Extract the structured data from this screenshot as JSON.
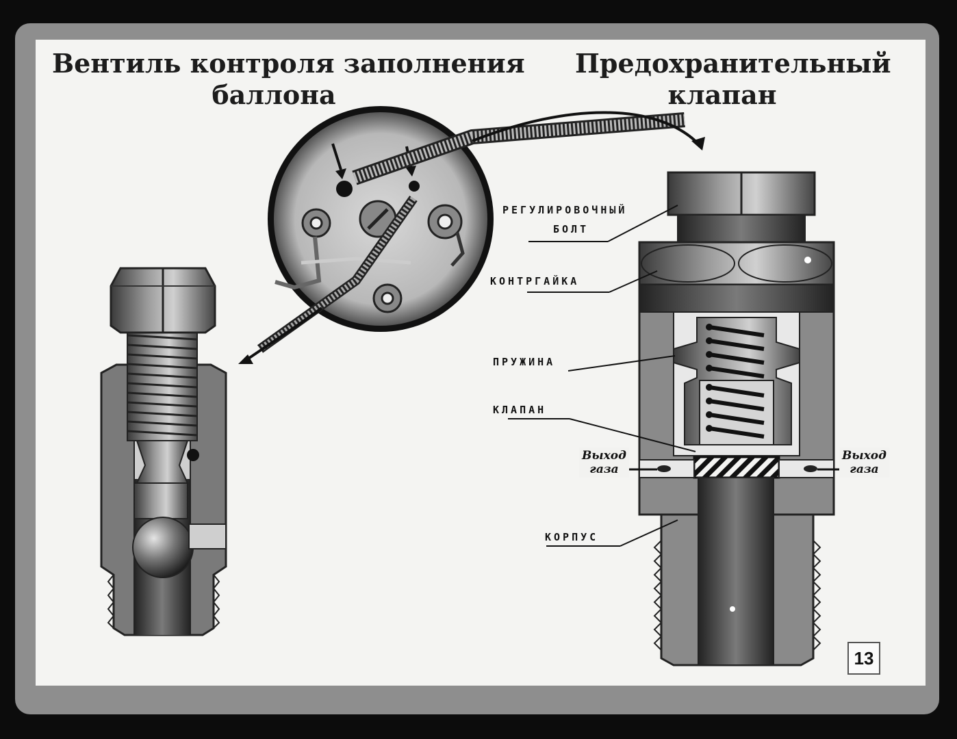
{
  "titles": {
    "left_line1": "Вентиль контроля заполнения",
    "left_line2": "баллона",
    "right_line1": "Предохранительный",
    "right_line2": "клапан"
  },
  "labels": {
    "adjusting_bolt_line1": "РЕГУЛИРОВОЧНЫЙ",
    "adjusting_bolt_line2": "БОЛТ",
    "locknut": "КОНТРГАЙКА",
    "spring": "ПРУЖИНА",
    "valve": "КЛАПАН",
    "body": "КОРПУС"
  },
  "gas_outlet": {
    "left_line1": "Выход",
    "left_line2": "газа",
    "right_line1": "Выход",
    "right_line2": "газа"
  },
  "page_number": "13",
  "colors": {
    "card": "#f4f4f2",
    "frame": "#8e8e8e",
    "ink": "#1a1a1a"
  }
}
